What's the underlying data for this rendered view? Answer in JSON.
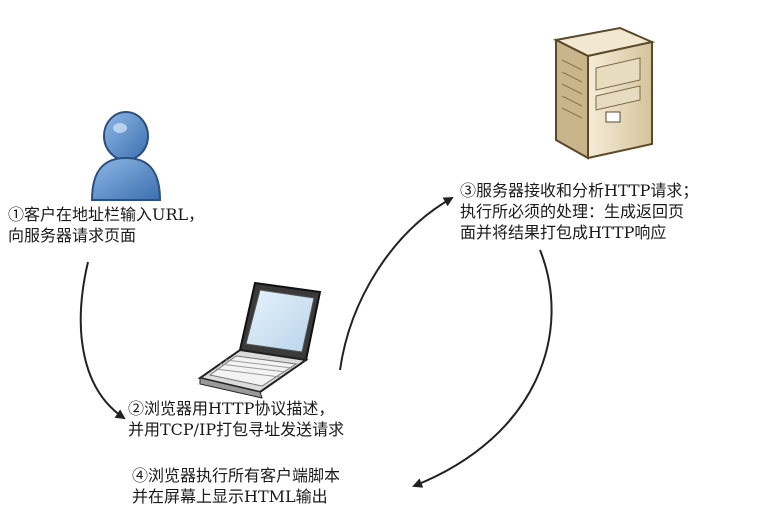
{
  "steps": [
    {
      "lines": [
        "①客户在地址栏输入URL，",
        "向服务器请求页面"
      ]
    },
    {
      "lines": [
        "②浏览器用HTTP协议描述，",
        "并用TCP/IP打包寻址发送请求"
      ]
    },
    {
      "lines": [
        "③服务器接收和分析HTTP请求；",
        "执行所必须的处理：生成返回页",
        "面并将结果打包成HTTP响应"
      ]
    },
    {
      "lines": [
        "④浏览器执行所有客户端脚本",
        "并在屏幕上显示HTML输出"
      ]
    }
  ],
  "icons": {
    "user": "user-icon",
    "laptop": "laptop-icon",
    "server": "server-icon"
  },
  "colors": {
    "user_blue": "#4f86c6",
    "server_beige": "#e9dcc0",
    "arrow": "#222222"
  }
}
